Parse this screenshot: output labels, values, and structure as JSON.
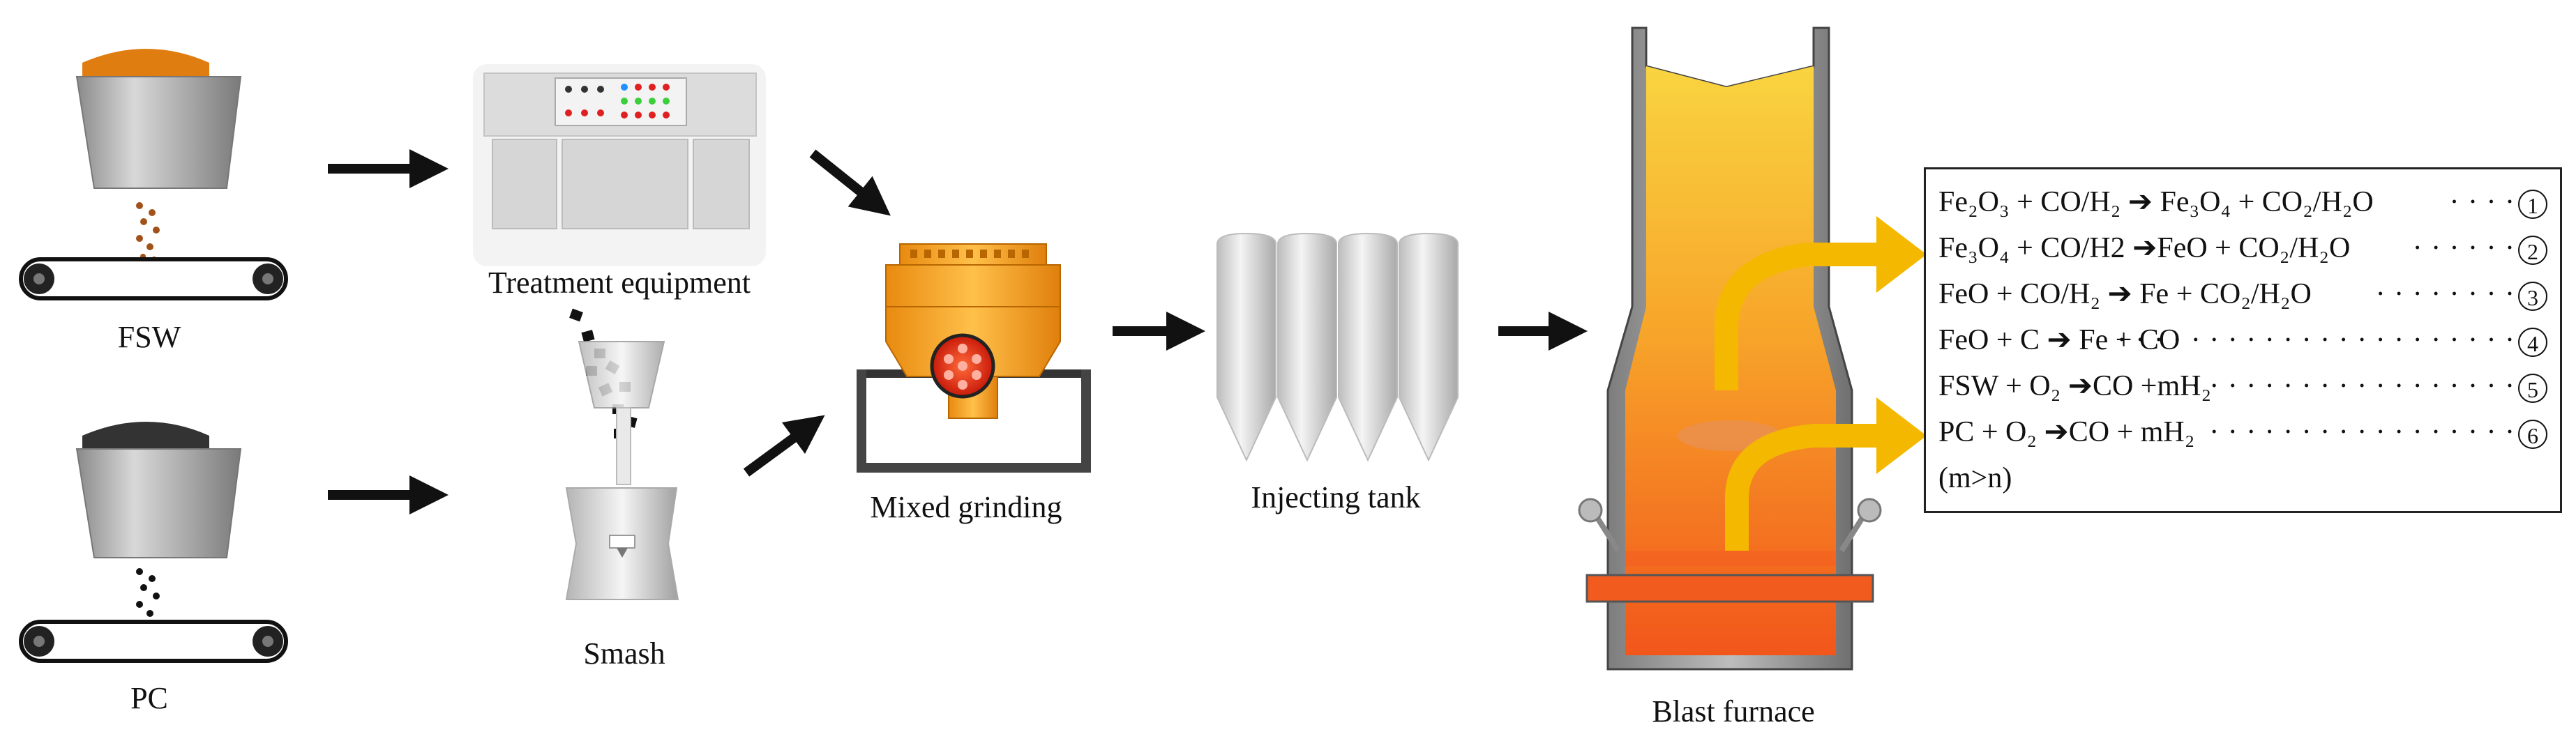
{
  "labels": {
    "fsw": "FSW",
    "pc": "PC",
    "treatment": "Treatment equipment",
    "smash": "Smash",
    "mixed": "Mixed grinding",
    "injecting": "Injecting tank",
    "blast": "Blast furnace"
  },
  "equations": [
    {
      "lhs": "Fe₂O₃ + CO/H₂ ➔ Fe₃O₄ + CO₂/H₂O",
      "num": "1"
    },
    {
      "lhs": "Fe₃O₄ + CO/H2 ➔FeO + CO₂/H₂O",
      "num": "2"
    },
    {
      "lhs": "FeO + CO/H₂ ➔ Fe + CO₂/H₂O",
      "num": "3"
    },
    {
      "lhs": "FeO + C ➔ Fe + CO",
      "num": "4"
    },
    {
      "lhs": "FSW + O₂ ➔CO +mH₂",
      "num": "5"
    },
    {
      "lhs": "PC + O₂ ➔CO + mH₂",
      "num": "6"
    }
  ],
  "note": "(m>n)",
  "colors": {
    "fsw_pile": "#e07d10",
    "pc_pile": "#333333",
    "hopper": "#a8a8a8",
    "grinder": "#f5a623",
    "furnace_top": "#f7d23a",
    "furnace_bottom": "#f25b1e",
    "flow_arrow": "#f5b800"
  }
}
